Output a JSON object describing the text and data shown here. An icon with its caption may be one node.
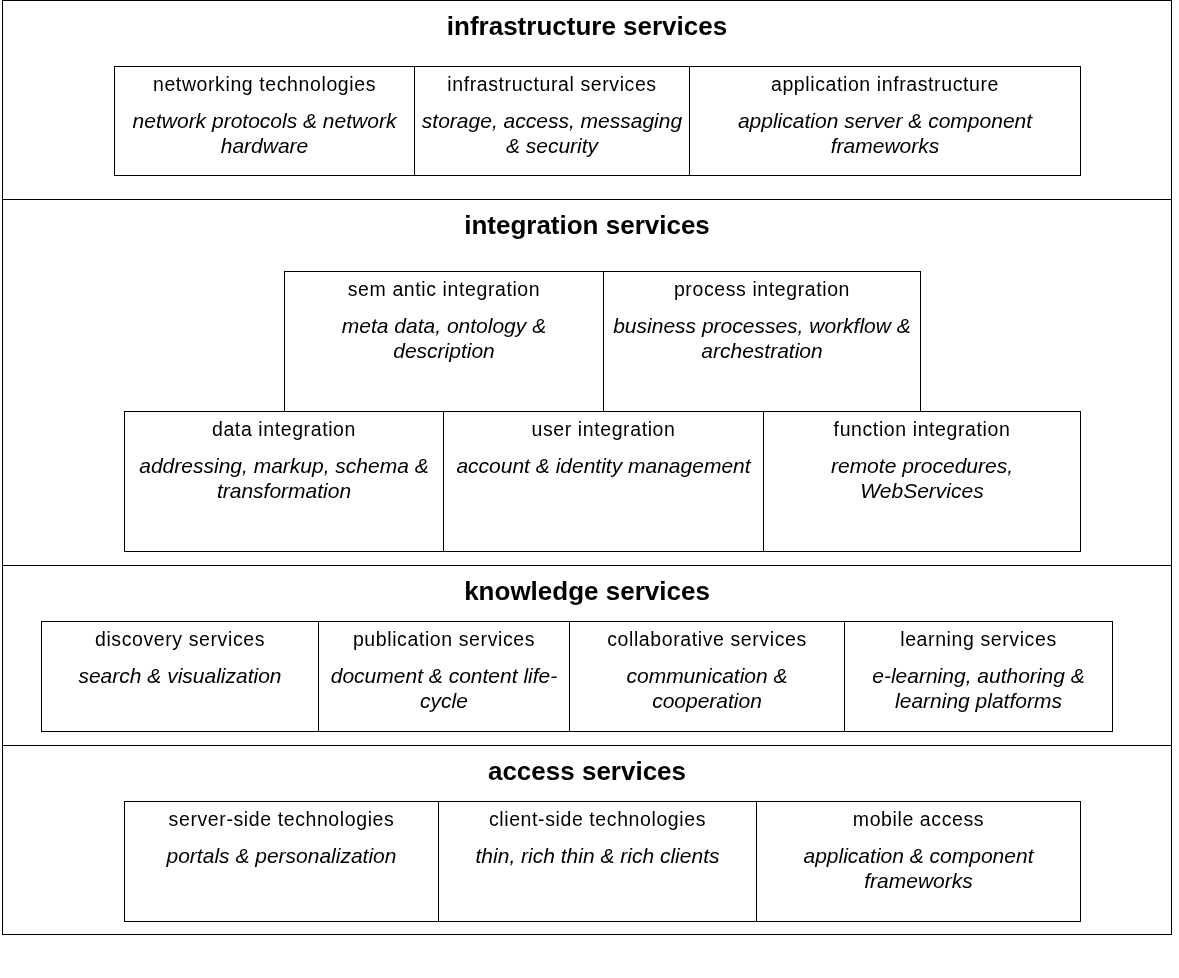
{
  "diagram": {
    "nodes": [
      {
        "text": [
          "infrastructure services"
        ]
      },
      {
        "text": [
          "networking technologies",
          "network protocols & network hardware"
        ],
        "in": 0
      },
      {
        "text": [
          "infrastructural services",
          "storage, access, messaging & security"
        ],
        "in": 0
      },
      {
        "text": [
          "application infrastructure",
          "application server & component frameworks"
        ],
        "in": 0
      },
      {
        "text": [
          "integration services"
        ]
      },
      {
        "text": [
          "sem antic integration",
          "meta data, ontology & description"
        ],
        "in": 4
      },
      {
        "text": [
          "process integration",
          "business processes, workflow & archestration"
        ],
        "in": 4
      },
      {
        "text": [
          "data integration",
          "addressing, markup, schema & transformation"
        ],
        "in": 4
      },
      {
        "text": [
          "user integration",
          "account & identity management"
        ],
        "in": 4
      },
      {
        "text": [
          "function integration",
          "remote procedures, WebServices"
        ],
        "in": 4
      },
      {
        "text": [
          "knowledge services"
        ]
      },
      {
        "text": [
          "discovery services",
          "search & visualization"
        ],
        "in": 10
      },
      {
        "text": [
          "publication services",
          "document & content life-cycle"
        ],
        "in": 10
      },
      {
        "text": [
          "collaborative services",
          "communication & cooperation"
        ],
        "in": 10
      },
      {
        "text": [
          "learning services",
          "e-learning, authoring & learning platforms"
        ],
        "in": 10
      },
      {
        "text": [
          "access services"
        ]
      },
      {
        "text": [
          "server-side technologies",
          "portals & personalization"
        ],
        "in": 15
      },
      {
        "text": [
          "client-side technologies",
          "thin, rich thin & rich clients"
        ],
        "in": 15
      },
      {
        "text": [
          "mobile access",
          "application & component frameworks"
        ],
        "in": 15
      }
    ],
    "edges": []
  }
}
